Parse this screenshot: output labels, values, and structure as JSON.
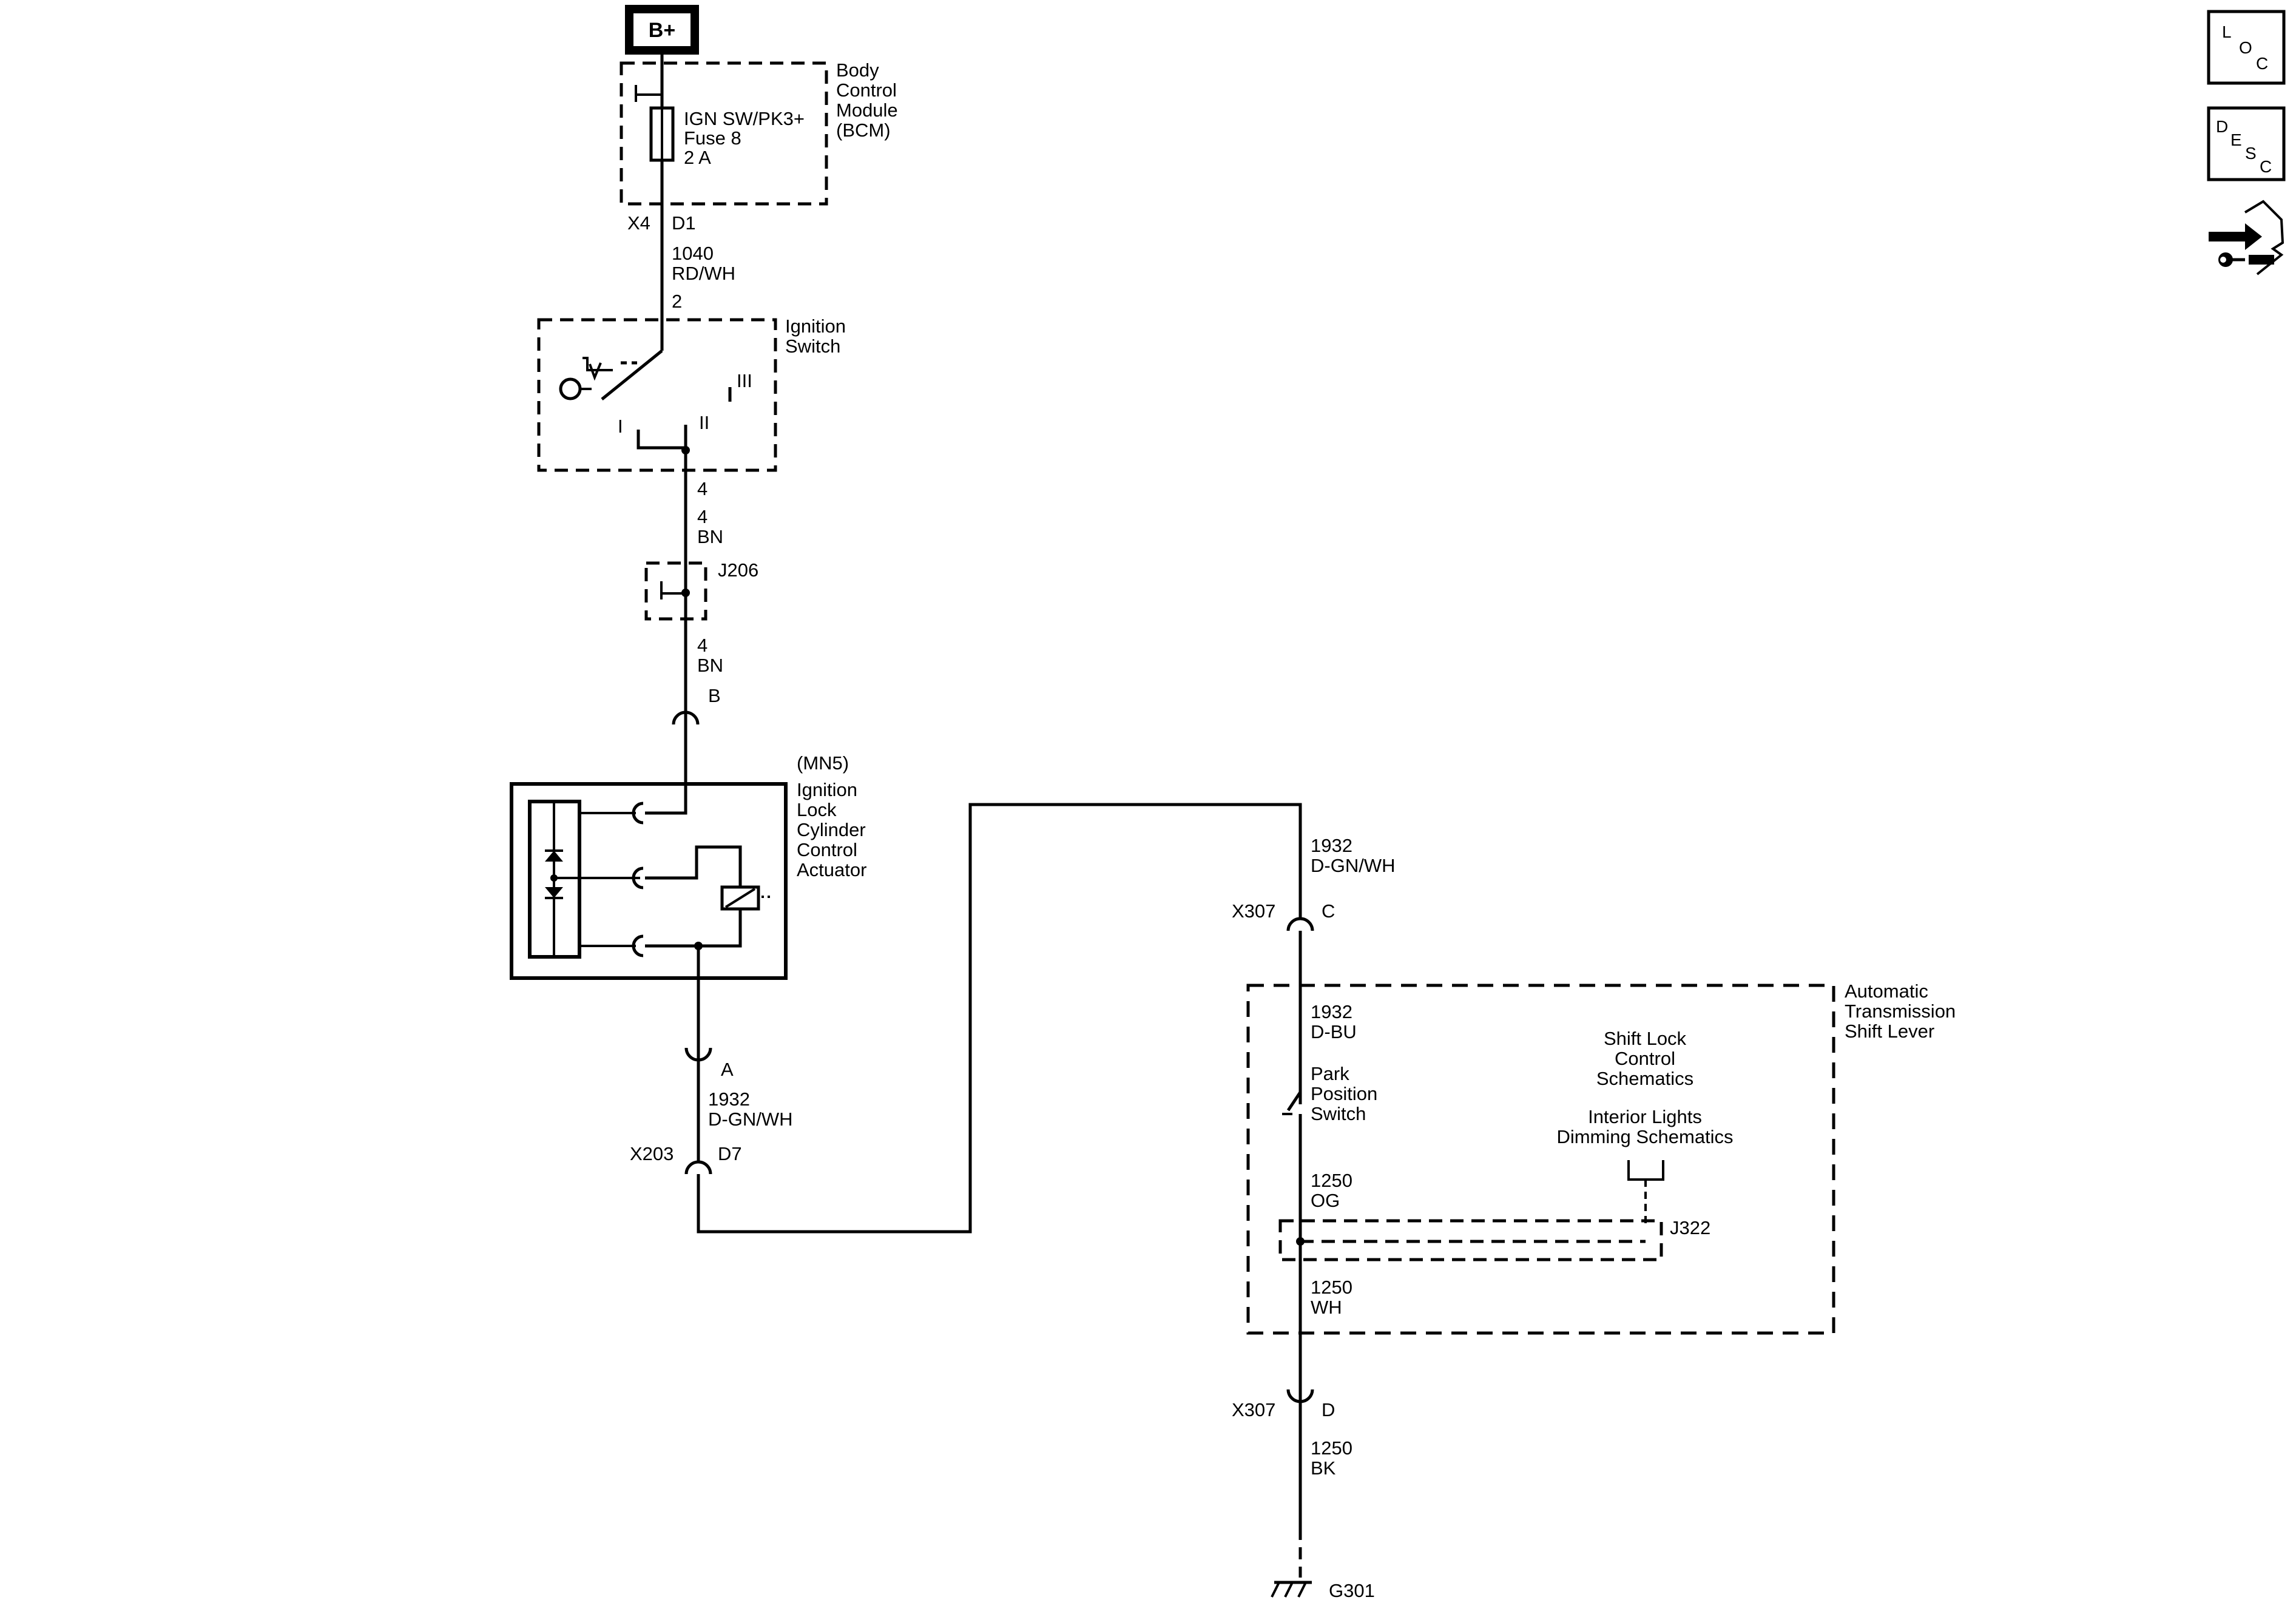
{
  "power": {
    "label": "B+"
  },
  "bcm": {
    "name": [
      "Body",
      "Control",
      "Module",
      "(BCM)"
    ],
    "fuse": [
      "IGN SW/PK3+",
      "Fuse 8",
      "2 A"
    ],
    "connector": "X4",
    "pin": "D1"
  },
  "wire_1040": {
    "circuit": "1040",
    "color": "RD/WH"
  },
  "ignition_switch": {
    "name": [
      "Ignition",
      "Switch"
    ],
    "pin_in": "2",
    "pin_out": "4",
    "positions": [
      "I",
      "II",
      "III"
    ]
  },
  "wire_4a": {
    "circuit": "4",
    "color": "BN"
  },
  "splice_j206": {
    "label": "J206"
  },
  "wire_4b": {
    "circuit": "4",
    "color": "BN"
  },
  "pin_b": "B",
  "actuator": {
    "option": "(MN5)",
    "name": [
      "Ignition",
      "Lock",
      "Cylinder",
      "Control",
      "Actuator"
    ]
  },
  "pin_a": "A",
  "wire_1932a": {
    "circuit": "1932",
    "color": "D-GN/WH"
  },
  "x203": {
    "connector": "X203",
    "pin": "D7"
  },
  "wire_1932b": {
    "circuit": "1932",
    "color": "D-GN/WH"
  },
  "x307c": {
    "connector": "X307",
    "pin": "C"
  },
  "shift_lever": {
    "name": [
      "Automatic",
      "Transmission",
      "Shift Lever"
    ]
  },
  "wire_1932c": {
    "circuit": "1932",
    "color": "D-BU"
  },
  "park_switch": {
    "name": [
      "Park",
      "Position",
      "Switch"
    ]
  },
  "shift_lock_ref": [
    "Shift Lock",
    "Control",
    "Schematics"
  ],
  "interior_lights_ref": [
    "Interior Lights",
    "Dimming Schematics"
  ],
  "wire_1250og": {
    "circuit": "1250",
    "color": "OG"
  },
  "splice_j322": {
    "label": "J322"
  },
  "wire_1250wh": {
    "circuit": "1250",
    "color": "WH"
  },
  "x307d": {
    "connector": "X307",
    "pin": "D"
  },
  "wire_1250bk": {
    "circuit": "1250",
    "color": "BK"
  },
  "ground": {
    "label": "G301"
  },
  "nav": {
    "loc": [
      "L",
      "O",
      "C"
    ],
    "desc": [
      "D",
      "E",
      "S",
      "C"
    ],
    "connector_icon": "connector-end-view-icon"
  }
}
